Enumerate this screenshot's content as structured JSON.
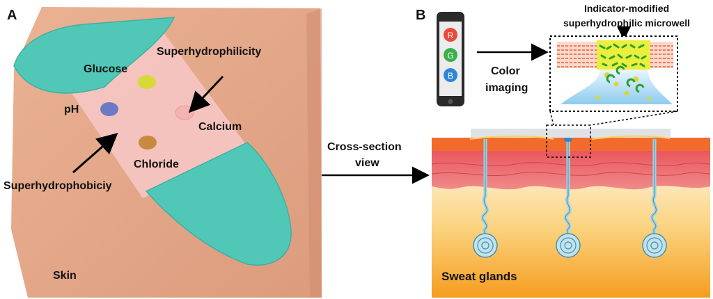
{
  "panel_a": {
    "letter": "A",
    "labels": {
      "glucose": "Glucose",
      "superhydrophilicity": "Superhydrophilicity",
      "ph": "pH",
      "calcium": "Calcium",
      "superhydrophobicity": "Superhydrophobiciy",
      "chloride": "Chloride",
      "skin": "Skin"
    },
    "colors": {
      "skin": "#e5a585",
      "skin_shadow": "#d9937a",
      "patch_wings": "#4fc7b8",
      "patch_center": "#f4c2c2",
      "glucose_dot": "#d4d63a",
      "ph_dot": "#6a78c6",
      "calcium_dot": "#f2b3b3",
      "chloride_dot": "#c98a3e"
    }
  },
  "connector": {
    "text_line1": "Cross-section",
    "text_line2": "view"
  },
  "panel_b": {
    "letter": "B",
    "phone": {
      "buttons": [
        "R",
        "G",
        "B"
      ],
      "colors": [
        "#e84a3c",
        "#3bb04a",
        "#2f86d8"
      ]
    },
    "imaging_line1": "Color",
    "imaging_line2": "imaging",
    "microwell_line1": "Indicator-modified",
    "microwell_line2": "superhydrophilic microwell",
    "sweat_glands": "Sweat glands",
    "colors": {
      "epidermis": "#f26b2d",
      "dermis": "#e5585f",
      "subcutis_top": "#fde7c2",
      "subcutis_bottom": "#f6a623",
      "gland": "#9fd4e6",
      "microwell_center": "#c8e63a",
      "microwell_side": "#f07f5e"
    }
  }
}
